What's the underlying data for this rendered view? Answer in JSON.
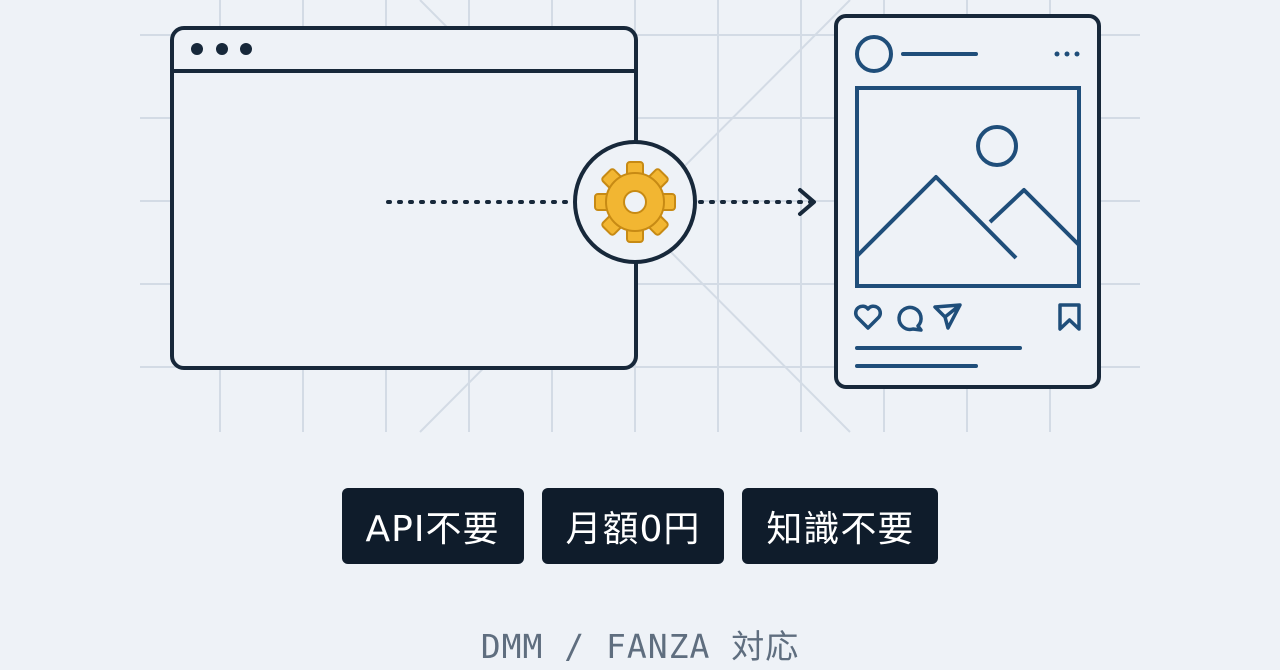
{
  "badges": [
    {
      "label": "API不要"
    },
    {
      "label": "月額0円"
    },
    {
      "label": "知識不要"
    }
  ],
  "footer": {
    "text": "DMM / FANZA 対応"
  },
  "colors": {
    "background": "#eef2f7",
    "line_dark": "#17283a",
    "line_blue": "#1f4e7a",
    "gear": "#f2b632",
    "badge_bg": "#0f1c2b"
  },
  "icons": [
    "browser-window-icon",
    "gear-icon",
    "social-post-icon",
    "heart-icon",
    "comment-icon",
    "send-icon",
    "bookmark-icon"
  ]
}
